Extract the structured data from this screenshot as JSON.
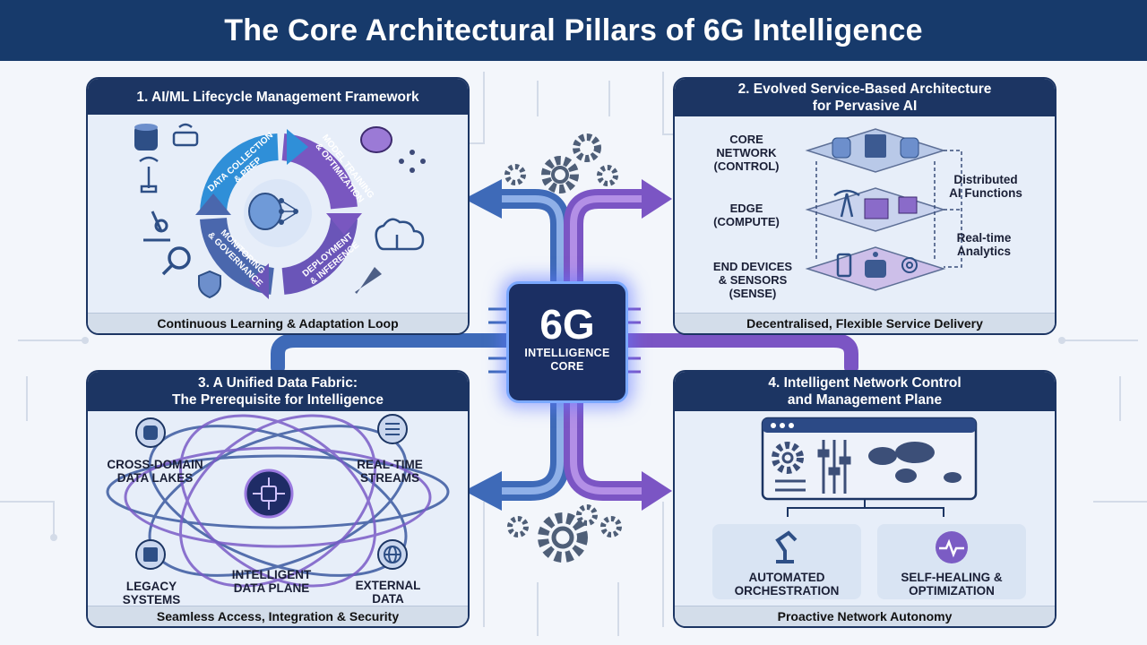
{
  "title": "The Core Architectural Pillars of 6G Intelligence",
  "core": {
    "label": "6G",
    "sub_line1": "INTELLIGENCE",
    "sub_line2": "CORE"
  },
  "panel1": {
    "title": "1. AI/ML Lifecycle Management Framework",
    "footer": "Continuous Learning & Adaptation Loop",
    "cycle": {
      "stage1": [
        "DATA COLLECTION",
        "& PREP"
      ],
      "stage2": [
        "MODEL TRAINING",
        "& OPTIMIZATION"
      ],
      "stage3": [
        "DEPLOYMENT",
        "& INFERENCE"
      ],
      "stage4": [
        "MONITORING",
        "& GOVERNANCE"
      ]
    }
  },
  "panel2": {
    "title_line1": "2. Evolved Service-Based Architecture",
    "title_line2": "for Pervasive AI",
    "footer": "Decentralised, Flexible Service Delivery",
    "layers": {
      "core": [
        "CORE",
        "NETWORK",
        "(CONTROL)"
      ],
      "edge": [
        "EDGE",
        "(COMPUTE)"
      ],
      "devices": [
        "END DEVICES",
        "& SENSORS",
        "(SENSE)"
      ]
    },
    "side_labels": {
      "distributed": [
        "Distributed",
        "AI Functions"
      ],
      "realtime": [
        "Real-time",
        "Analytics"
      ]
    }
  },
  "panel3": {
    "title_line1": "3. A Unified Data Fabric:",
    "title_line2": "The Prerequisite for Intelligence",
    "footer": "Seamless Access, Integration & Security",
    "nodes": {
      "lakes": [
        "CROSS-DOMAIN",
        "DATA LAKES"
      ],
      "streams": [
        "REAL-TIME",
        "STREAMS"
      ],
      "legacy": [
        "LEGACY",
        "SYSTEMS"
      ],
      "plane": [
        "INTELLIGENT",
        "DATA PLANE"
      ],
      "external": [
        "EXTERNAL",
        "DATA"
      ]
    }
  },
  "panel4": {
    "title_line1": "4. Intelligent Network Control",
    "title_line2": "and Management Plane",
    "footer": "Proactive Network Autonomy",
    "cards": {
      "orchestration": [
        "AUTOMATED",
        "ORCHESTRATION"
      ],
      "healing": [
        "SELF-HEALING &",
        "OPTIMIZATION"
      ]
    }
  },
  "colors": {
    "navy": "#1c3563",
    "blue_arrow": "#4a78c9",
    "purple_arrow": "#8a5cc7",
    "cycle_blue": "#2f8fd8",
    "cycle_purple": "#7957c0"
  }
}
